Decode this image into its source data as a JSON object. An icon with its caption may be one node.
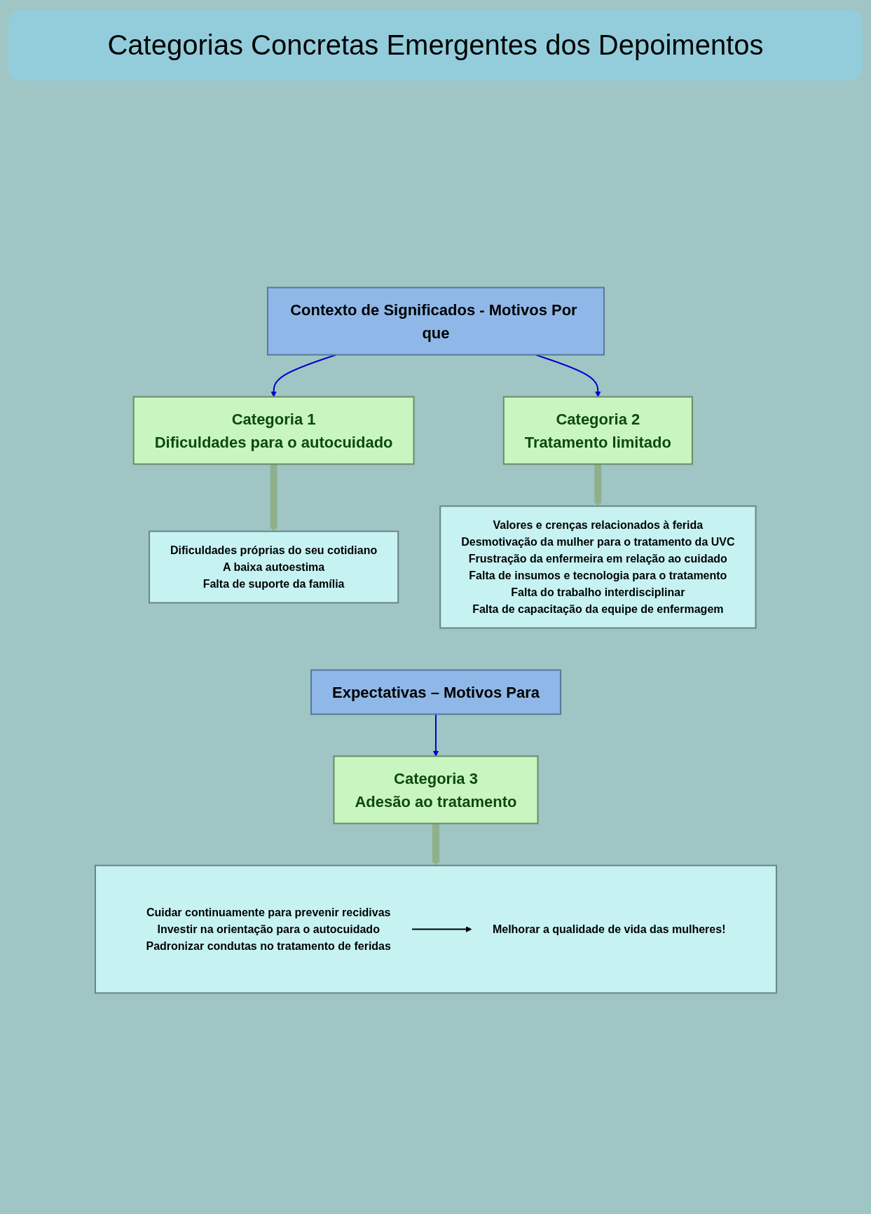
{
  "diagram": {
    "title": "Categorias Concretas Emergentes dos Depoimentos",
    "nodes": [
      {
        "text": [
          "Contexto de Significados - Motivos Por que"
        ]
      },
      {
        "text": [
          "Categoria 1",
          "Dificuldades para o autocuidado"
        ]
      },
      {
        "text": [
          "Categoria 2",
          "Tratamento limitado"
        ]
      },
      {
        "text": [
          "Dificuldades próprias do seu cotidiano",
          "A baixa autoestima",
          "Falta de suporte da família"
        ]
      },
      {
        "text": [
          "Valores e crenças relacionados à ferida",
          "Desmotivação da mulher para o tratamento da UVC",
          "Frustração da enfermeira em relação ao cuidado",
          "Falta de insumos e tecnologia para o tratamento",
          "Falta do trabalho interdisciplinar",
          "Falta de capacitação da equipe de enfermagem"
        ]
      },
      {
        "text": [
          "Expectativas – Motivos Para"
        ]
      },
      {
        "text": [
          "Categoria 3",
          "Adesão ao tratamento"
        ]
      },
      {
        "text": [],
        "shape": "box"
      },
      {
        "text": [
          "Cuidar continuamente para prevenir recidivas",
          "Investir na orientação para o autocuidado",
          "Padronizar condutas no tratamento de feridas"
        ],
        "in": 7
      },
      {
        "text": [
          "Melhorar a qualidade de vida das mulheres!"
        ],
        "in": 7
      }
    ],
    "edges": [
      {
        "from": 0,
        "to": 1,
        "arrow": "to",
        "color": "#0000cc"
      },
      {
        "from": 0,
        "to": 2,
        "arrow": "to",
        "color": "#0000cc"
      },
      {
        "from": 1,
        "to": 3,
        "arrow": "to",
        "style": "thick",
        "color": "#8fb08a"
      },
      {
        "from": 2,
        "to": 4,
        "arrow": "to",
        "style": "thick",
        "color": "#8fb08a"
      },
      {
        "from": 5,
        "to": 6,
        "arrow": "to",
        "color": "#0000cc"
      },
      {
        "from": 6,
        "to": 7,
        "arrow": "to",
        "style": "thick",
        "color": "#8fb08a"
      },
      {
        "from": 8,
        "to": 9,
        "arrow": "to",
        "color": "#000000"
      }
    ]
  }
}
